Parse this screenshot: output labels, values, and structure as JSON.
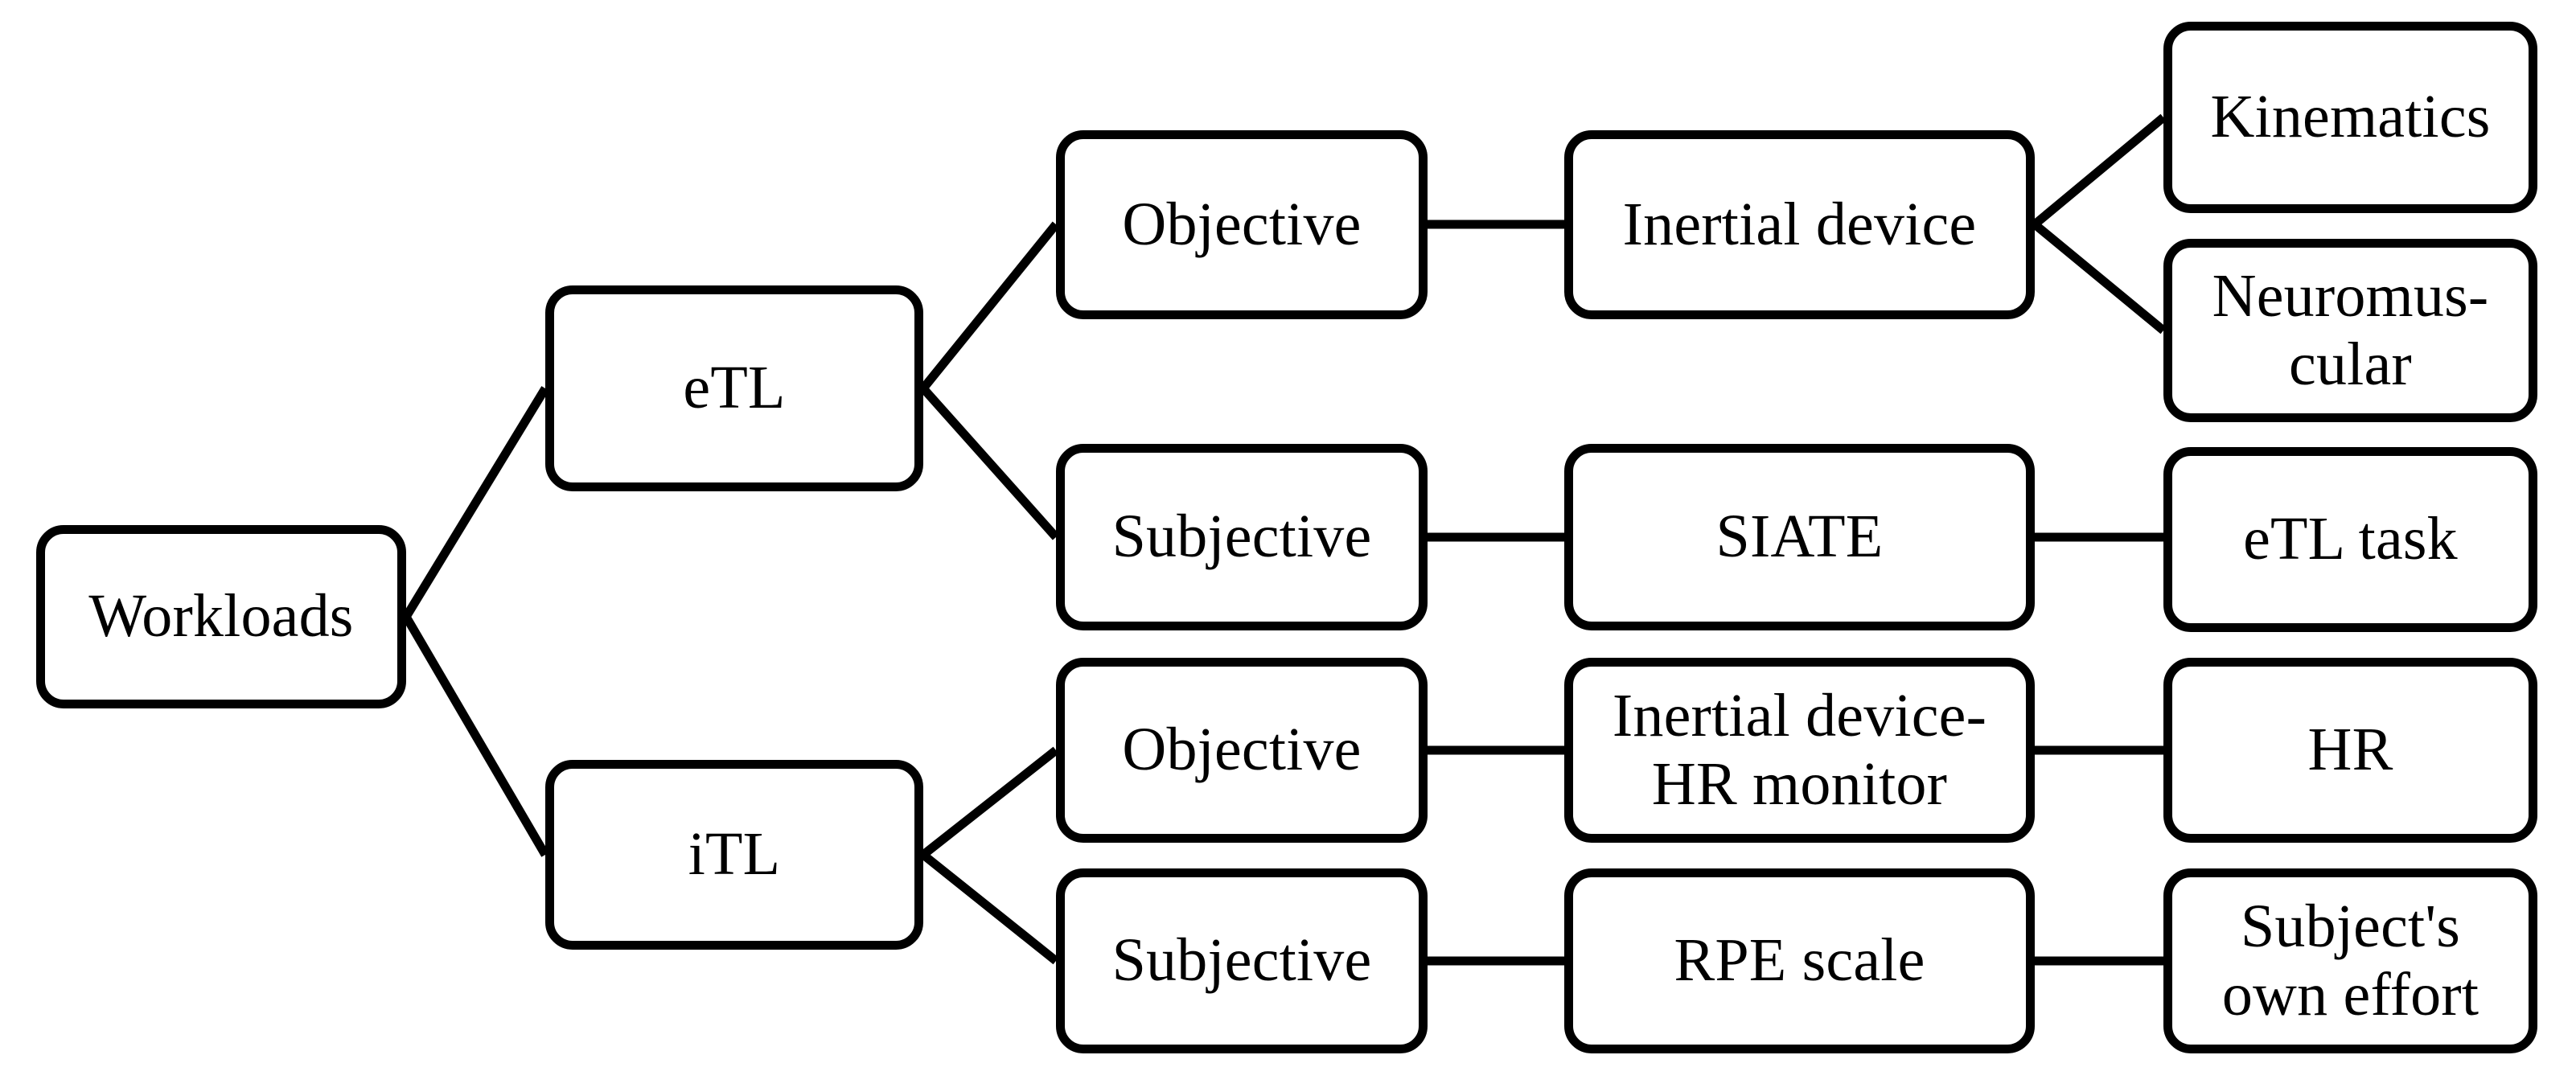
{
  "diagram": {
    "title": "Workloads taxonomy flow chart",
    "stroke_color": "#000000",
    "background_color": "#ffffff",
    "nodes": {
      "workloads": "Workloads",
      "etl": "eTL",
      "itl": "iTL",
      "objective_etl": "Objective",
      "subjective_etl": "Subjective",
      "objective_itl": "Objective",
      "subjective_itl": "Subjective",
      "inertial_device": "Inertial device",
      "siate": "SIATE",
      "inertial_hr_monitor": "Inertial device-\nHR monitor",
      "rpe_scale": "RPE scale",
      "kinematics": "Kinematics",
      "neuromuscular": "Neuromus-\ncular",
      "etl_task": "eTL task",
      "hr": "HR",
      "own_effort": "Subject's\nown effort"
    },
    "edges": [
      {
        "from": "workloads",
        "to": "etl"
      },
      {
        "from": "workloads",
        "to": "itl"
      },
      {
        "from": "etl",
        "to": "objective_etl"
      },
      {
        "from": "etl",
        "to": "subjective_etl"
      },
      {
        "from": "itl",
        "to": "objective_itl"
      },
      {
        "from": "itl",
        "to": "subjective_itl"
      },
      {
        "from": "objective_etl",
        "to": "inertial_device"
      },
      {
        "from": "subjective_etl",
        "to": "siate"
      },
      {
        "from": "objective_itl",
        "to": "inertial_hr_monitor"
      },
      {
        "from": "subjective_itl",
        "to": "rpe_scale"
      },
      {
        "from": "inertial_device",
        "to": "kinematics"
      },
      {
        "from": "inertial_device",
        "to": "neuromuscular"
      },
      {
        "from": "siate",
        "to": "etl_task"
      },
      {
        "from": "inertial_hr_monitor",
        "to": "hr"
      },
      {
        "from": "rpe_scale",
        "to": "own_effort"
      }
    ]
  }
}
